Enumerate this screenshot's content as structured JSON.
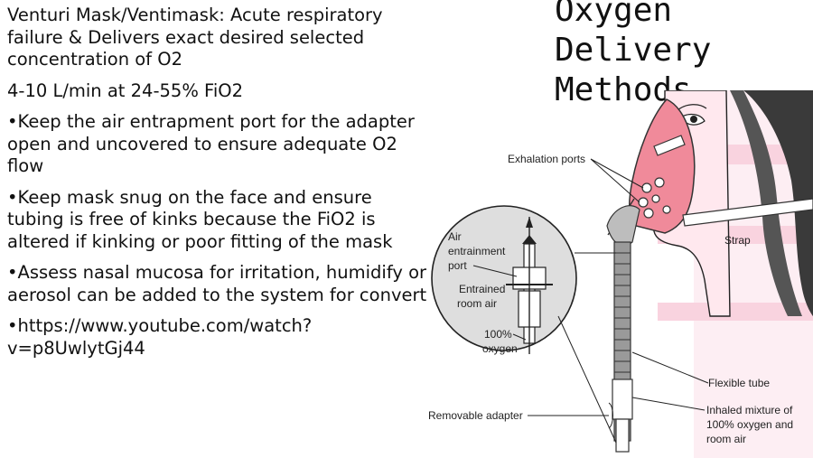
{
  "slide": {
    "title": "Oxygen\nDelivery\nMethods",
    "paragraphs": [
      "Venturi Mask/Ventimask: Acute respiratory failure & Delivers exact desired selected concentration of O2",
      "4-10 L/min at 24-55% FiO2",
      "•Keep the air entrapment port for the adapter open and uncovered to ensure adequate O2 flow",
      "•Keep mask snug on the face and ensure tubing is free of kinks because the FiO2 is altered if kinking or poor fitting of the mask",
      "•Assess nasal mucosa for irritation, humidify or aerosol can be added to the system for convert",
      "•https://www.youtube.com/watch?v=p8UwlytGj44"
    ]
  },
  "figure": {
    "labels": {
      "exhalation_ports": "Exhalation ports",
      "strap": "Strap",
      "air_entrainment_1": "Air",
      "air_entrainment_2": "entrainment",
      "air_entrainment_3": "port",
      "entrained_1": "Entrained",
      "entrained_2": "room air",
      "oxygen_1": "100%",
      "oxygen_2": "oxygen",
      "flexible_tube": "Flexible tube",
      "inhaled_1": "Inhaled mixture of",
      "inhaled_2": "100% oxygen and",
      "inhaled_3": "room air",
      "removable_adapter": "Removable adapter"
    },
    "colors": {
      "mask": "#f08a9a",
      "hair": "#3a3a3a",
      "tube": "#9a9a9a",
      "band": "#f7c6d4"
    }
  }
}
